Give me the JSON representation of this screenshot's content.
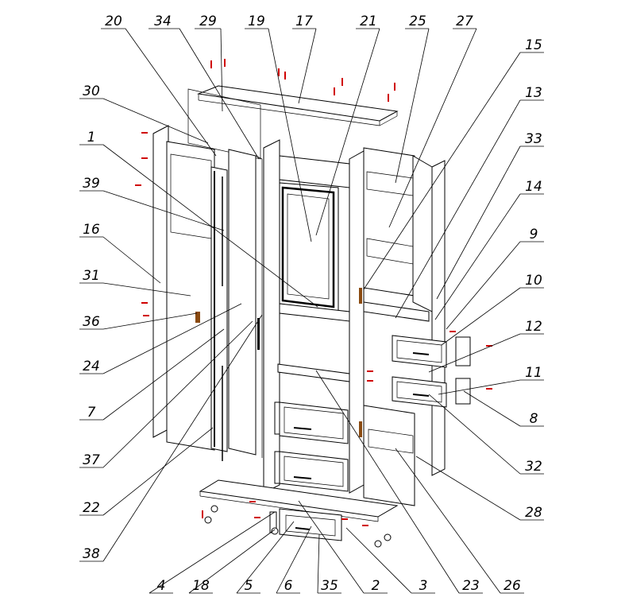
{
  "labels": {
    "n20": "20",
    "n34": "34",
    "n29": "29",
    "n19": "19",
    "n17": "17",
    "n21": "21",
    "n25": "25",
    "n27": "27",
    "n15": "15",
    "n13": "13",
    "n33": "33",
    "n14": "14",
    "n9": "9",
    "n10": "10",
    "n12": "12",
    "n11": "11",
    "n8": "8",
    "n32": "32",
    "n28": "28",
    "n26": "26",
    "n23": "23",
    "n3": "3",
    "n2": "2",
    "n35": "35",
    "n6": "6",
    "n5": "5",
    "n18": "18",
    "n4": "4",
    "n38": "38",
    "n22": "22",
    "n37": "37",
    "n7": "7",
    "n24": "24",
    "n36": "36",
    "n31": "31",
    "n16": "16",
    "n39": "39",
    "n1": "1",
    "n30": "30"
  },
  "colors": {
    "line": "#000000",
    "mark": "#d00000",
    "hinge": "#00a000",
    "handle": "#8a4a10"
  }
}
